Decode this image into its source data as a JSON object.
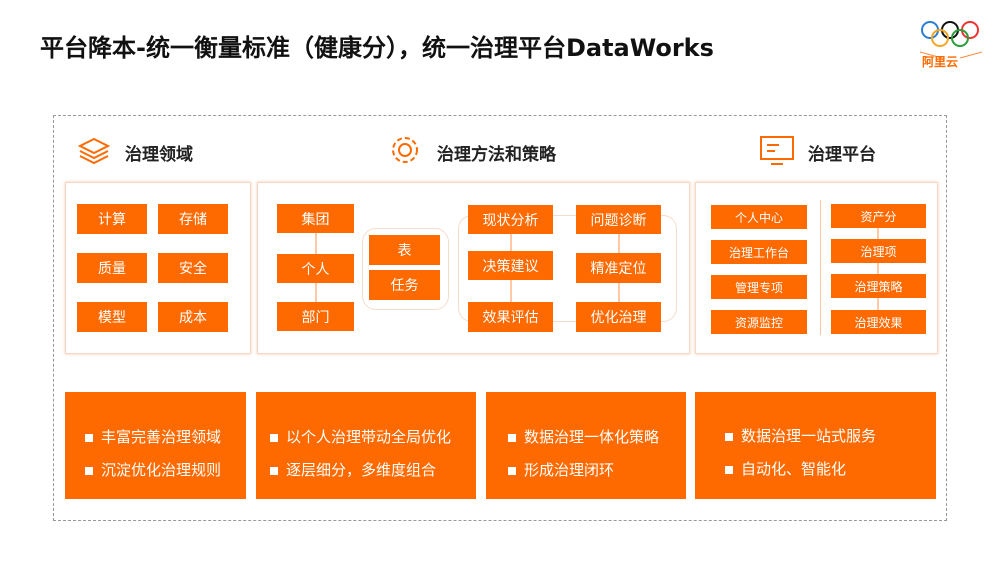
{
  "title": "平台降本-统一衡量标准（健康分），统一治理平台DataWorks",
  "logo": {
    "text": "阿里云",
    "icon": "olympic-rings-alibaba-cloud-logo"
  },
  "sections": {
    "domain": {
      "title": "治理领域",
      "icon": "layers-icon",
      "items": [
        "计算",
        "存储",
        "质量",
        "安全",
        "模型",
        "成本"
      ]
    },
    "method": {
      "title": "治理方法和策略",
      "icon": "gear-icon",
      "org": [
        "集团",
        "个人",
        "部门"
      ],
      "objects": [
        "表",
        "任务"
      ],
      "cycle_left": [
        "现状分析",
        "决策建议",
        "效果评估"
      ],
      "cycle_right": [
        "问题诊断",
        "精准定位",
        "优化治理"
      ]
    },
    "platform": {
      "title": "治理平台",
      "icon": "monitor-icon",
      "left": [
        "个人中心",
        "治理工作台",
        "管理专项",
        "资源监控"
      ],
      "right": [
        "资产分",
        "治理项",
        "治理策略",
        "治理效果"
      ]
    }
  },
  "bottom": [
    [
      "丰富完善治理领域",
      "沉淀优化治理规则"
    ],
    [
      "以个人治理带动全局优化",
      "逐层细分，多维度组合"
    ],
    [
      "数据治理一体化策略",
      "形成治理闭环"
    ],
    [
      "数据治理一站式服务",
      "自动化、智能化"
    ]
  ],
  "colors": {
    "accent": "#ff6a00"
  }
}
